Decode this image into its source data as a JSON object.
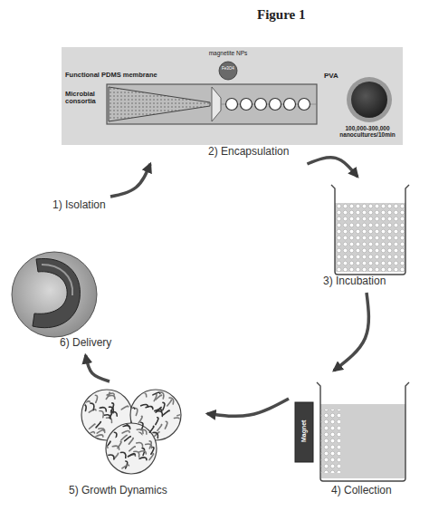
{
  "diagram": {
    "title": "Figure 1",
    "nodes": [
      {
        "text": [
          "2) Encapsulation"
        ]
      },
      {
        "text": [
          "1) Isolation"
        ]
      },
      {
        "text": [
          "3) Incubation"
        ]
      },
      {
        "text": [
          "6) Delivery"
        ]
      },
      {
        "text": [
          "5) Growth Dynamics"
        ]
      },
      {
        "text": [
          "4) Collection"
        ]
      }
    ],
    "edges": [
      {
        "from": 1,
        "to": 0,
        "arrow": "to"
      },
      {
        "from": 0,
        "to": 2,
        "arrow": "to"
      },
      {
        "from": 2,
        "to": 5,
        "arrow": "to"
      },
      {
        "from": 5,
        "to": 4,
        "arrow": "to"
      },
      {
        "from": 4,
        "to": 3,
        "arrow": "to"
      }
    ],
    "labels": [
      "Functional PDMS membrane",
      "magnetite NPs",
      "Fe3O4",
      "Microbial consortia",
      "PVA",
      "100,000-300,000 nanocultures/10min",
      "Magnet"
    ]
  }
}
